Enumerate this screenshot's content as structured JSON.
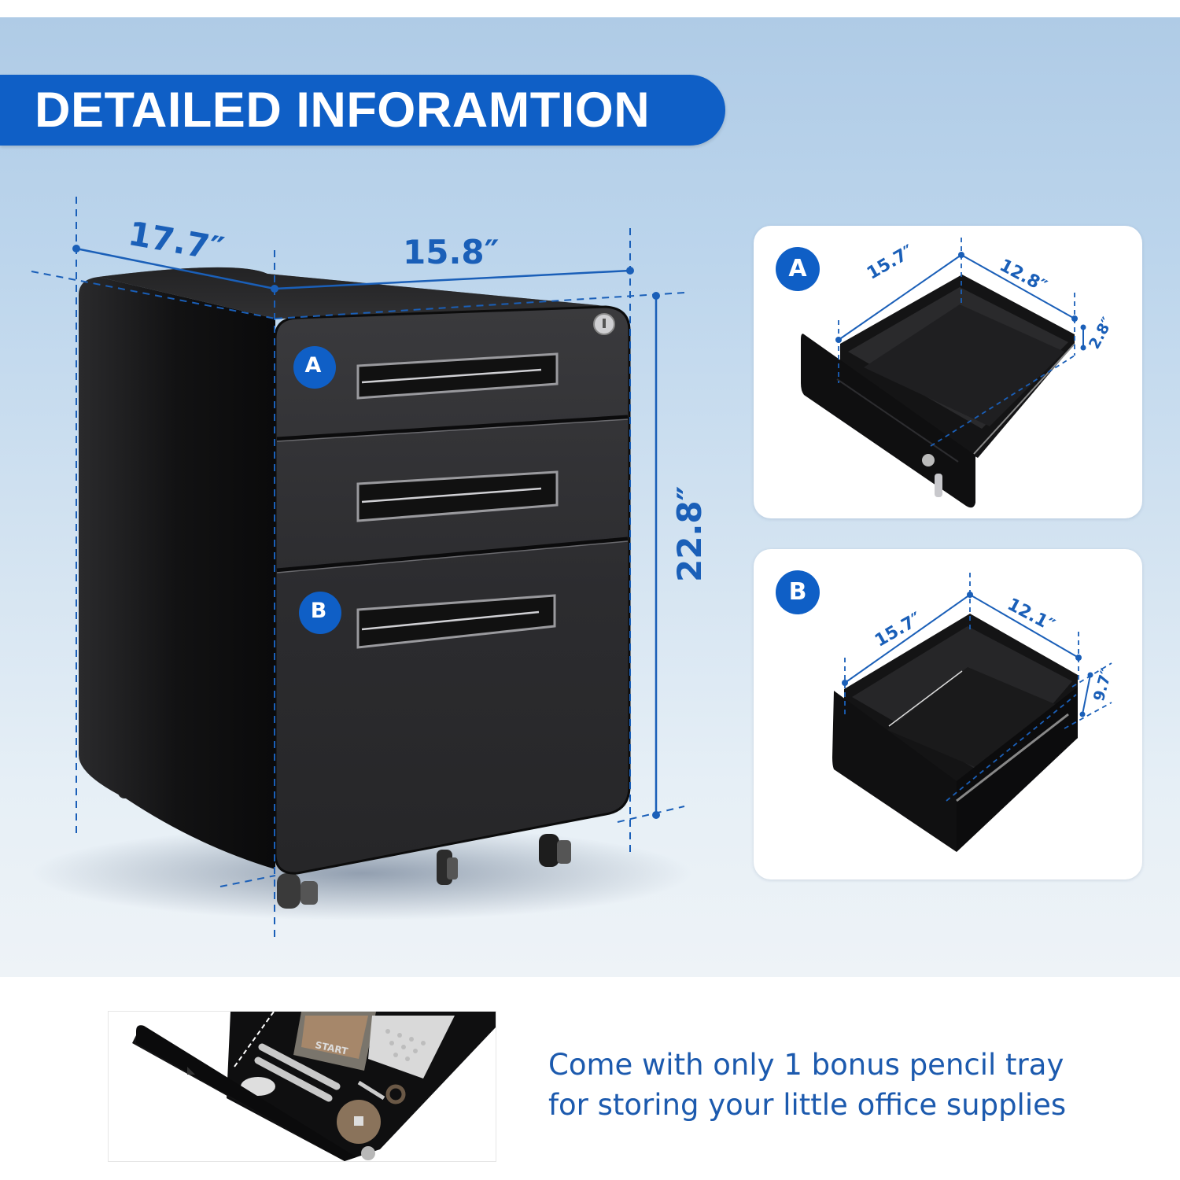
{
  "header": {
    "title": "DETAILED INFORAMTION"
  },
  "colors": {
    "accent_blue": "#0f5fc6",
    "dimension_blue": "#1a5fb8",
    "caption_blue": "#1c5aae",
    "background_top": "#afcbe6",
    "background_bottom": "#eef3f7",
    "cabinet_black": "#1b1b1d"
  },
  "cabinet": {
    "dimensions": {
      "depth": "17.7″",
      "width": "15.8″",
      "height": "22.8″"
    },
    "drawer_labels": [
      "A",
      "B"
    ],
    "drawer_count": 3,
    "icons": [
      "lock-icon",
      "caster-wheel-icon"
    ]
  },
  "drawer_cards": [
    {
      "label": "A",
      "length": "15.7″",
      "width": "12.8″",
      "height": "2.8″"
    },
    {
      "label": "B",
      "length": "15.7″",
      "width": "12.1″",
      "height": "9.7″"
    }
  ],
  "pencil_tray": {
    "caption_lines": [
      "Come with only 1 bonus pencil tray",
      "for storing your little office supplies"
    ],
    "photo_items": [
      "notebook",
      "markers",
      "eraser",
      "calculator",
      "scissors",
      "tape-roll"
    ],
    "notebook_text": "START"
  }
}
